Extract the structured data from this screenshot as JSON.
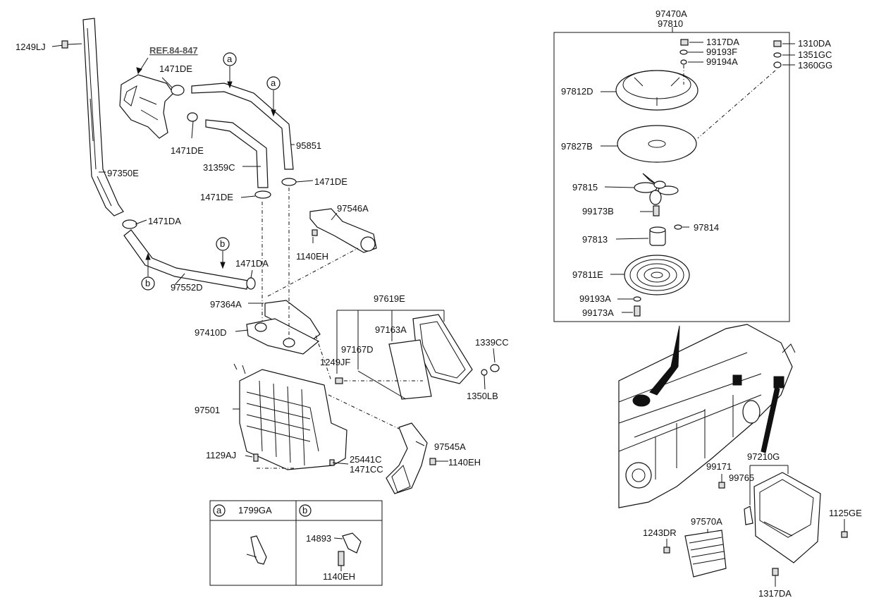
{
  "reference_label": "REF.84-847",
  "callouts": {
    "c1249LJ": "1249LJ",
    "c1471DE_a": "1471DE",
    "c1471DE_b": "1471DE",
    "c1471DE_c": "1471DE",
    "c1471DE_d": "1471DE",
    "c95851": "95851",
    "c31359C": "31359C",
    "c97350E": "97350E",
    "c1471DA_a": "1471DA",
    "c1471DA_b": "1471DA",
    "c97546A": "97546A",
    "c1140EH_a": "1140EH",
    "c97552D": "97552D",
    "c97364A": "97364A",
    "c97410D": "97410D",
    "c97619E": "97619E",
    "c97163A": "97163A",
    "c97167D": "97167D",
    "c1339CC": "1339CC",
    "c1249JF": "1249JF",
    "c1350LB": "1350LB",
    "c97501": "97501",
    "c97545A": "97545A",
    "c1129AJ": "1129AJ",
    "c25441C": "25441C",
    "c1471CC": "1471CC",
    "c1140EH_b": "1140EH",
    "c97470A": "97470A",
    "c97810": "97810",
    "c1317DA_a": "1317DA",
    "c99193F": "99193F",
    "c99194A": "99194A",
    "c1310DA": "1310DA",
    "c1351GC": "1351GC",
    "c1360GG": "1360GG",
    "c97812D": "97812D",
    "c97827B": "97827B",
    "c97815": "97815",
    "c99173B": "99173B",
    "c97814": "97814",
    "c97813": "97813",
    "c97811E": "97811E",
    "c99193A": "99193A",
    "c99173A": "99173A",
    "c97210G": "97210G",
    "c99171": "99171",
    "c99765": "99765",
    "c1125GE": "1125GE",
    "c97570A": "97570A",
    "c1243DR": "1243DR",
    "c1317DA_b": "1317DA"
  },
  "markers": {
    "a": "a",
    "b": "b"
  },
  "legend": {
    "marker_a": "a",
    "marker_b": "b",
    "part_a": "1799GA",
    "part_b1": "14893",
    "part_b2": "1140EH"
  }
}
